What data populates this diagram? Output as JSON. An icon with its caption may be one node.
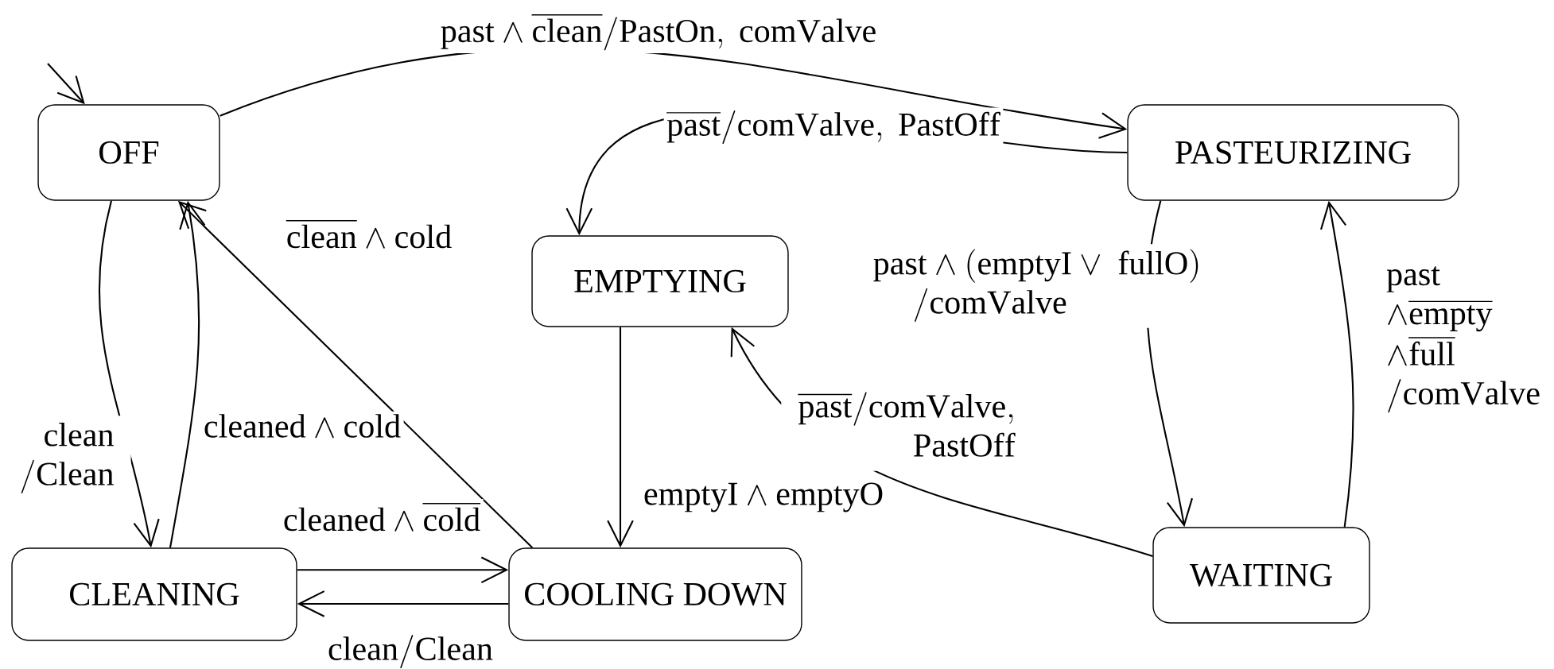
{
  "diagram": {
    "nodes": [
      {
        "text": [
          "OFF"
        ]
      },
      {
        "text": [
          "PASTEURIZING"
        ]
      },
      {
        "text": [
          "EMPTYING"
        ]
      },
      {
        "text": [
          "CLEANING"
        ]
      },
      {
        "text": [
          "COOLING DOWN"
        ]
      },
      {
        "text": [
          "WAITING"
        ]
      }
    ],
    "edges": [
      {
        "from": null,
        "to": 0,
        "arrow": "to"
      },
      {
        "from": 0,
        "to": 1,
        "arrow": "to",
        "label": "\\mathrm{past}\\wedge\\overline{\\mathrm{clean}}/\\mathrm{PastOn},\\ \\mathrm{comValve}"
      },
      {
        "from": 1,
        "to": 2,
        "arrow": "to",
        "label": "\\overline{\\mathrm{past}}/\\mathrm{comValve},\\ \\mathrm{PastOff}"
      },
      {
        "from": 1,
        "to": 5,
        "arrow": "to",
        "label": "\\begin{array}{r}\\mathrm{past}\\wedge(\\mathrm{emptyI}\\vee\\ \\mathrm{fullO})\\\\/\\mathrm{comValve}\\qquad\\qquad\\end{array}"
      },
      {
        "from": 5,
        "to": 1,
        "arrow": "to",
        "label": "\\begin{array}{l}\\mathrm{past}\\\\\\wedge\\overline{\\mathrm{empty}}\\\\\\wedge\\overline{\\mathrm{full}}\\\\/\\mathrm{comValve}\\end{array}"
      },
      {
        "from": 5,
        "to": 2,
        "arrow": "to",
        "label": "\\begin{array}{r}\\overline{\\mathrm{past}}/\\mathrm{comValve},\\\\\\mathrm{PastOff}\\end{array}"
      },
      {
        "from": 2,
        "to": 4,
        "arrow": "to",
        "label": "\\mathrm{emptyI}\\wedge\\mathrm{emptyO}"
      },
      {
        "from": 0,
        "to": 3,
        "arrow": "to",
        "label": "\\begin{array}{r}\\mathrm{clean}\\\\/\\mathrm{Clean}\\end{array}"
      },
      {
        "from": 3,
        "to": 0,
        "arrow": "to",
        "label": "\\mathrm{cleaned}\\wedge\\mathrm{cold}"
      },
      {
        "from": 4,
        "to": 0,
        "arrow": "to",
        "label": "\\overline{\\mathrm{clean}}\\wedge\\mathrm{cold}"
      },
      {
        "from": 3,
        "to": 4,
        "arrow": "to",
        "label": "\\mathrm{cleaned}\\wedge\\overline{\\mathrm{cold}}"
      },
      {
        "from": 4,
        "to": 3,
        "arrow": "to",
        "label": "\\mathrm{clean}/\\mathrm{Clean}"
      }
    ]
  }
}
